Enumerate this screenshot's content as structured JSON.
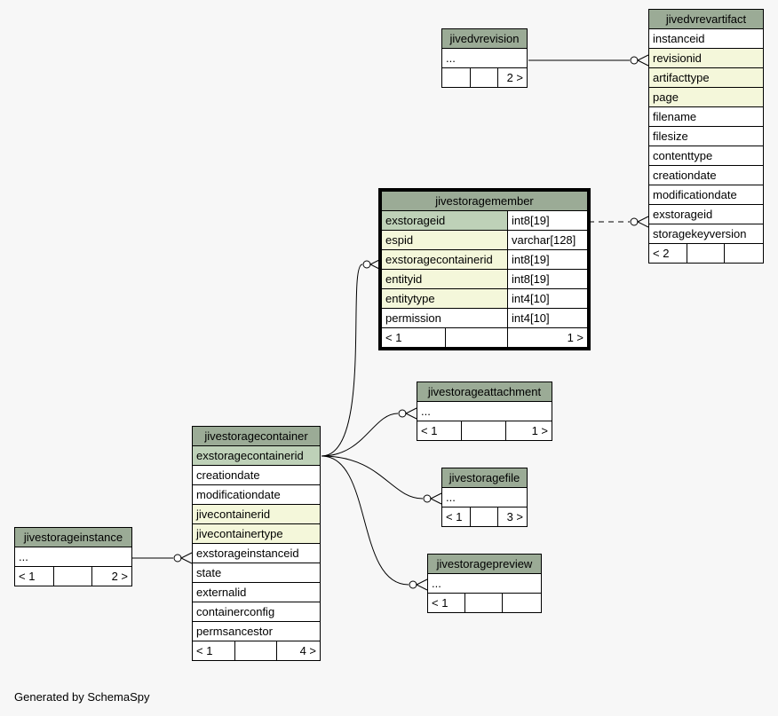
{
  "footer": "Generated by SchemaSpy",
  "colors": {
    "header": "#9bab96",
    "primary_key": "#bed1b8",
    "foreign_key": "#f4f7da",
    "background": "#f7f7f7"
  },
  "tables": {
    "jivedvrevision": {
      "name": "jivedvrevision",
      "rows": [
        "..."
      ],
      "footer": [
        "",
        "",
        "2 >"
      ]
    },
    "jivedvrevartifact": {
      "name": "jivedvrevartifact",
      "rows": [
        "instanceid",
        "revisionid",
        "artifacttype",
        "page",
        "filename",
        "filesize",
        "contenttype",
        "creationdate",
        "modificationdate",
        "exstorageid",
        "storagekeyversion"
      ],
      "footer": [
        "< 2",
        "",
        ""
      ]
    },
    "jivestoragemember": {
      "name": "jivestoragemember",
      "rows": [
        {
          "col": "exstorageid",
          "type": "int8[19]"
        },
        {
          "col": "espid",
          "type": "varchar[128]"
        },
        {
          "col": "exstoragecontainerid",
          "type": "int8[19]"
        },
        {
          "col": "entityid",
          "type": "int8[19]"
        },
        {
          "col": "entitytype",
          "type": "int4[10]"
        },
        {
          "col": "permission",
          "type": "int4[10]"
        }
      ],
      "footer": [
        "< 1",
        "",
        "1 >"
      ]
    },
    "jivestorageattachment": {
      "name": "jivestorageattachment",
      "rows": [
        "..."
      ],
      "footer": [
        "< 1",
        "",
        "1 >"
      ]
    },
    "jivestoragefile": {
      "name": "jivestoragefile",
      "rows": [
        "..."
      ],
      "footer": [
        "< 1",
        "",
        "3 >"
      ]
    },
    "jivestoragepreview": {
      "name": "jivestoragepreview",
      "rows": [
        "..."
      ],
      "footer": [
        "< 1",
        "",
        ""
      ]
    },
    "jivestoragecontainer": {
      "name": "jivestoragecontainer",
      "rows": [
        "exstoragecontainerid",
        "creationdate",
        "modificationdate",
        "jivecontainerid",
        "jivecontainertype",
        "exstorageinstanceid",
        "state",
        "externalid",
        "containerconfig",
        "permsancestor"
      ],
      "footer": [
        "< 1",
        "",
        "4 >"
      ]
    },
    "jivestorageinstance": {
      "name": "jivestorageinstance",
      "rows": [
        "..."
      ],
      "footer": [
        "< 1",
        "",
        "2 >"
      ]
    }
  }
}
